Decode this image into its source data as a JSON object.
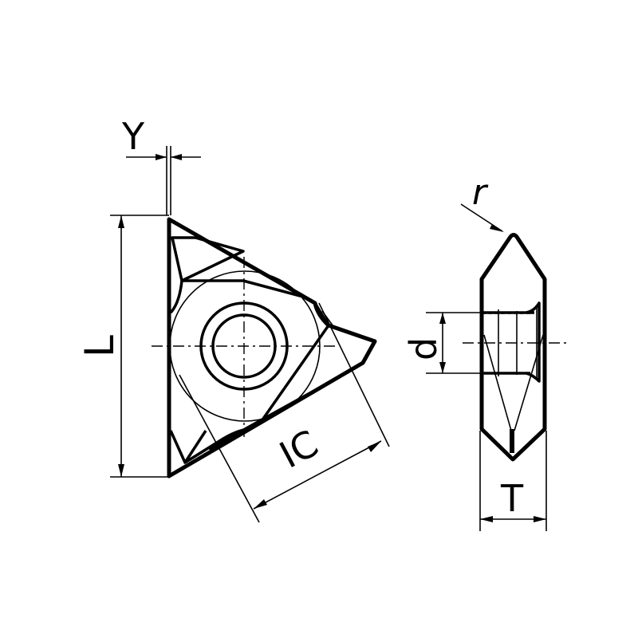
{
  "diagram": {
    "subject": "Triangular threading insert",
    "views": [
      {
        "name": "front-view",
        "description": "Top view of triangular insert with central clamping hole"
      },
      {
        "name": "side-view",
        "description": "Side profile of insert with pointed cutting edges"
      }
    ],
    "dimensions": {
      "Y": {
        "label": "Y"
      },
      "L": {
        "label": "L"
      },
      "IC": {
        "label": "IC"
      },
      "r": {
        "label": "r"
      },
      "d": {
        "label": "d"
      },
      "T": {
        "label": "T"
      }
    },
    "colors": {
      "line": "#000000",
      "background": "#ffffff"
    }
  }
}
